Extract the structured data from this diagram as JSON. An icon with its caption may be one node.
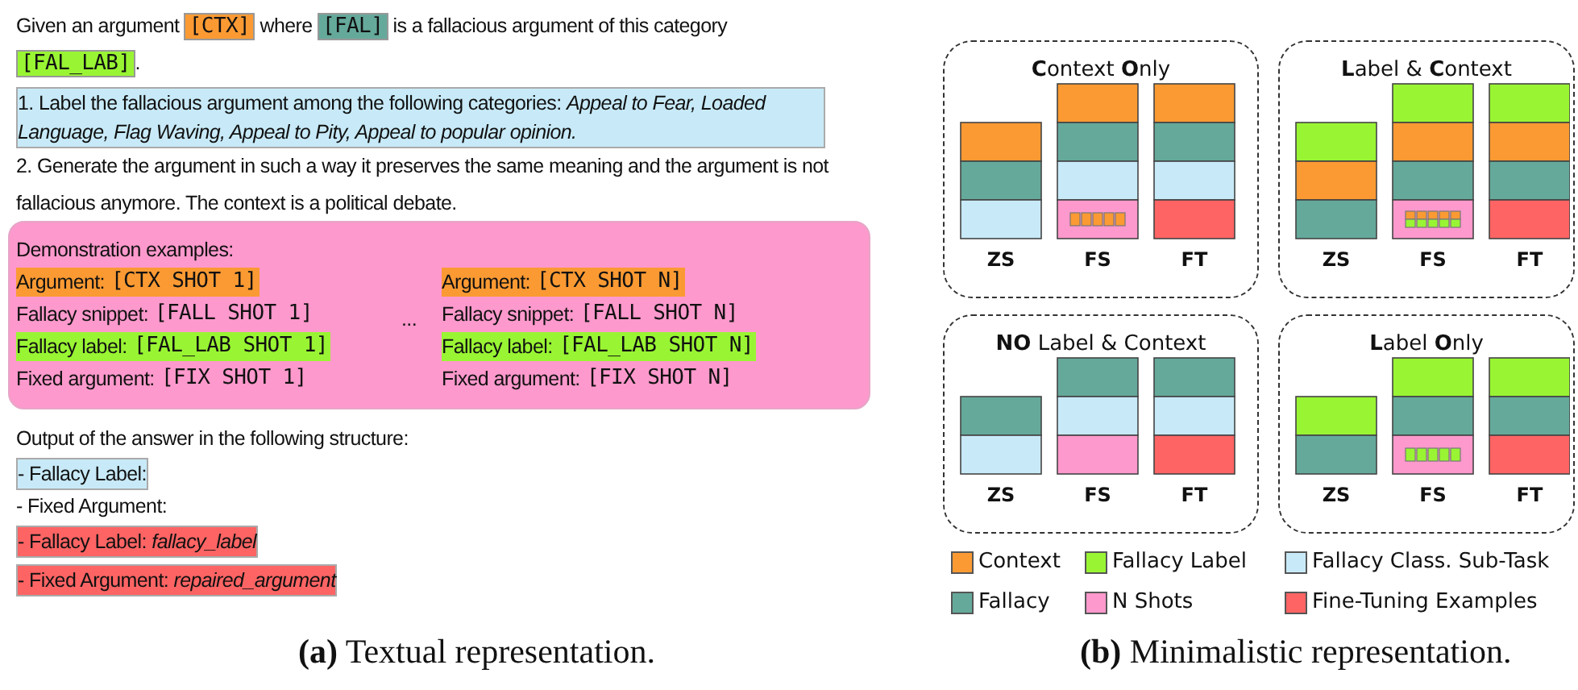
{
  "diagram": {
    "nodes": [
      {
        "text": [
          "Demonstration examples:",
          "Argument:",
          "[CTX SHOT 1]",
          "Fallacy snippet:",
          "[FALL SHOT 1]",
          "Fallacy label:",
          "[FAL_LAB SHOT 1]",
          "Fixed argument:",
          "[FIX SHOT 1]",
          "...",
          "Argument:",
          "[CTX SHOT N]",
          "Fallacy snippet:",
          "[FALL SHOT N]",
          "Fallacy label:",
          "[FAL_LAB SHOT N]",
          "Fixed argument:",
          "[FIX SHOT N]"
        ]
      },
      {
        "text": [
          "**C**ontext **O**nly",
          "ZS",
          "FS",
          "FT"
        ]
      },
      {
        "text": [
          "**L**abel & **C**ontext",
          "ZS",
          "FS",
          "FT"
        ]
      },
      {
        "text": [
          "**NO** Label & Context",
          "ZS",
          "FS",
          "FT"
        ]
      },
      {
        "text": [
          "**L**abel **O**nly",
          "ZS",
          "FS",
          "FT"
        ]
      }
    ],
    "labels": [
      "Given an argument",
      "[CTX]",
      "where",
      "[FAL]",
      "is a fallacious argument of this category",
      "[FAL_LAB]",
      ".",
      "1. Label the fallacious argument among the following categories: *Appeal to Fear, Loaded Language, Flag Waving, Appeal to Pity, Appeal to popular opinion.*",
      "2. Generate the argument in such a way it preserves the same meaning and the argument is not fallacious anymore. The context is a political debate.",
      "Output of the answer in the following structure:",
      "- Fallacy Label:",
      "- Fixed Argument:",
      "- Fallacy Label: *fallacy_label*",
      "- Fixed Argument: *repaired_argument*",
      "**(a)** Textual representation.",
      "**(b)** Minimalistic representation."
    ],
    "legend": [
      {
        "text": "Context",
        "color": "#fb9a33"
      },
      {
        "text": "Fallacy Label",
        "color": "#99f533"
      },
      {
        "text": "Fallacy Class. Sub-Task",
        "color": "#c8eaf8"
      },
      {
        "text": "Fallacy",
        "color": "#65a99b"
      },
      {
        "text": "N Shots",
        "color": "#fd99cc"
      },
      {
        "text": "Fine-Tuning Examples",
        "color": "#fe6464"
      }
    ]
  }
}
